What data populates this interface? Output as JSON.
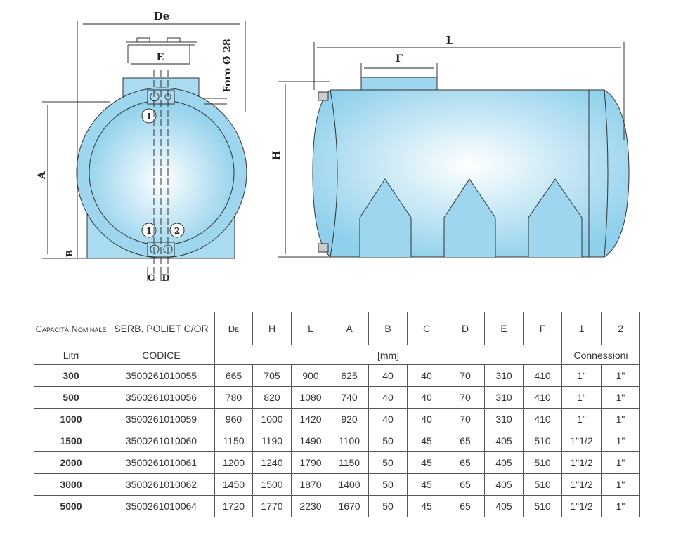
{
  "diagram": {
    "de": "De",
    "e": "E",
    "foro": "Foro Ø 28",
    "a": "A",
    "b": "B",
    "c": "C",
    "d": "D",
    "n1": "1",
    "n2": "2",
    "l": "L",
    "f": "F",
    "h": "H"
  },
  "table": {
    "header": [
      "Capacità Nominale",
      "SERB. POLIET C/OR",
      "De",
      "H",
      "L",
      "A",
      "B",
      "C",
      "D",
      "E",
      "F",
      "1",
      "2"
    ],
    "units": {
      "litri": "Litri",
      "codice": "CODICE",
      "mm": "[mm]",
      "conn": "Connessioni"
    },
    "rows": [
      [
        "300",
        "3500261010055",
        "665",
        "705",
        "900",
        "625",
        "40",
        "40",
        "70",
        "310",
        "410",
        "1\"",
        "1\""
      ],
      [
        "500",
        "3500261010056",
        "780",
        "820",
        "1080",
        "740",
        "40",
        "40",
        "70",
        "310",
        "410",
        "1\"",
        "1\""
      ],
      [
        "1000",
        "3500261010059",
        "960",
        "1000",
        "1420",
        "920",
        "40",
        "40",
        "70",
        "310",
        "410",
        "1\"",
        "1\""
      ],
      [
        "1500",
        "3500261010060",
        "1150",
        "1190",
        "1490",
        "1100",
        "50",
        "45",
        "65",
        "405",
        "510",
        "1\"1/2",
        "1\""
      ],
      [
        "2000",
        "3500261010061",
        "1200",
        "1240",
        "1790",
        "1150",
        "50",
        "45",
        "65",
        "405",
        "510",
        "1\"1/2",
        "1\""
      ],
      [
        "3000",
        "3500261010062",
        "1450",
        "1500",
        "1870",
        "1400",
        "50",
        "45",
        "65",
        "405",
        "510",
        "1\"1/2",
        "1\""
      ],
      [
        "5000",
        "3500261010064",
        "1720",
        "1770",
        "2230",
        "1670",
        "50",
        "45",
        "65",
        "405",
        "510",
        "1\"1/2",
        "1\""
      ]
    ]
  }
}
